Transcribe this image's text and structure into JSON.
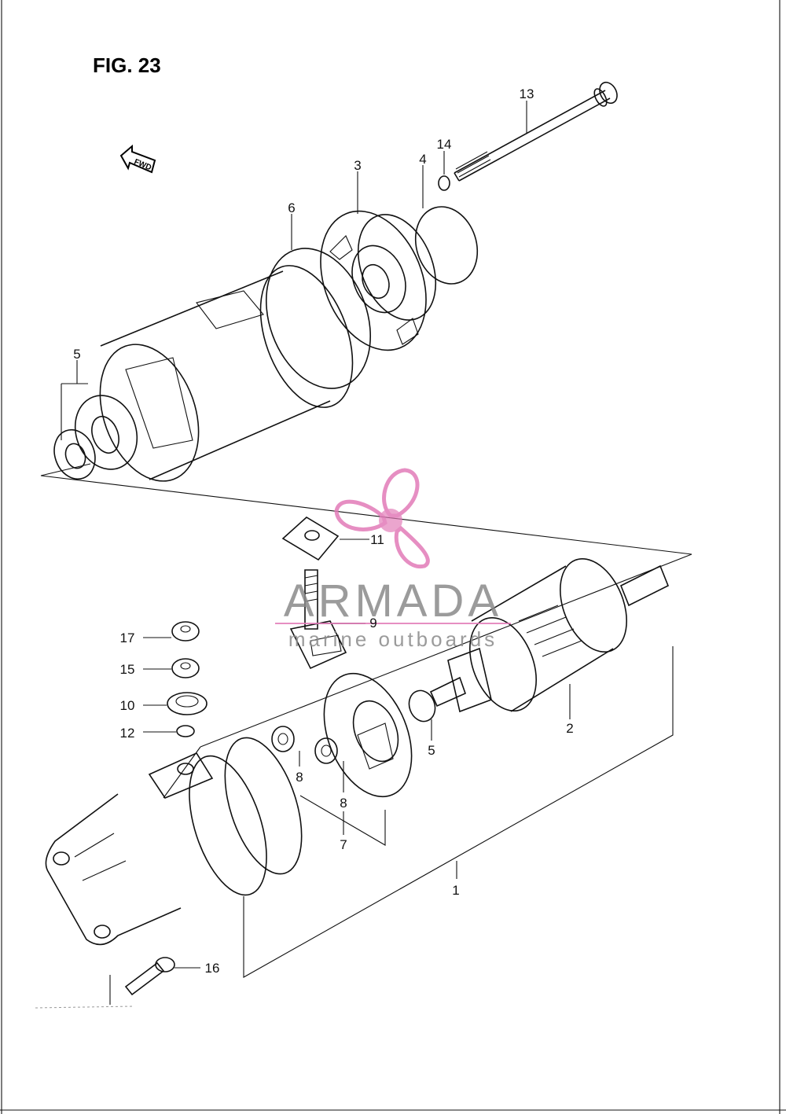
{
  "figure": {
    "title": "FIG. 23",
    "fwd_label": "FWD"
  },
  "watermark": {
    "name": "ARMADA",
    "tagline": "marine outboards",
    "accent_color": "#e27bb8",
    "text_color": "#8a8a8a"
  },
  "callouts": [
    {
      "id": "c1",
      "label": "1"
    },
    {
      "id": "c2",
      "label": "2"
    },
    {
      "id": "c3",
      "label": "3"
    },
    {
      "id": "c4",
      "label": "4"
    },
    {
      "id": "c5a",
      "label": "5"
    },
    {
      "id": "c5b",
      "label": "5"
    },
    {
      "id": "c6",
      "label": "6"
    },
    {
      "id": "c7",
      "label": "7"
    },
    {
      "id": "c8a",
      "label": "8"
    },
    {
      "id": "c8b",
      "label": "8"
    },
    {
      "id": "c9",
      "label": "9"
    },
    {
      "id": "c10",
      "label": "10"
    },
    {
      "id": "c11",
      "label": "11"
    },
    {
      "id": "c12",
      "label": "12"
    },
    {
      "id": "c13",
      "label": "13"
    },
    {
      "id": "c14",
      "label": "14"
    },
    {
      "id": "c15",
      "label": "15"
    },
    {
      "id": "c16",
      "label": "16"
    },
    {
      "id": "c17",
      "label": "17"
    }
  ]
}
